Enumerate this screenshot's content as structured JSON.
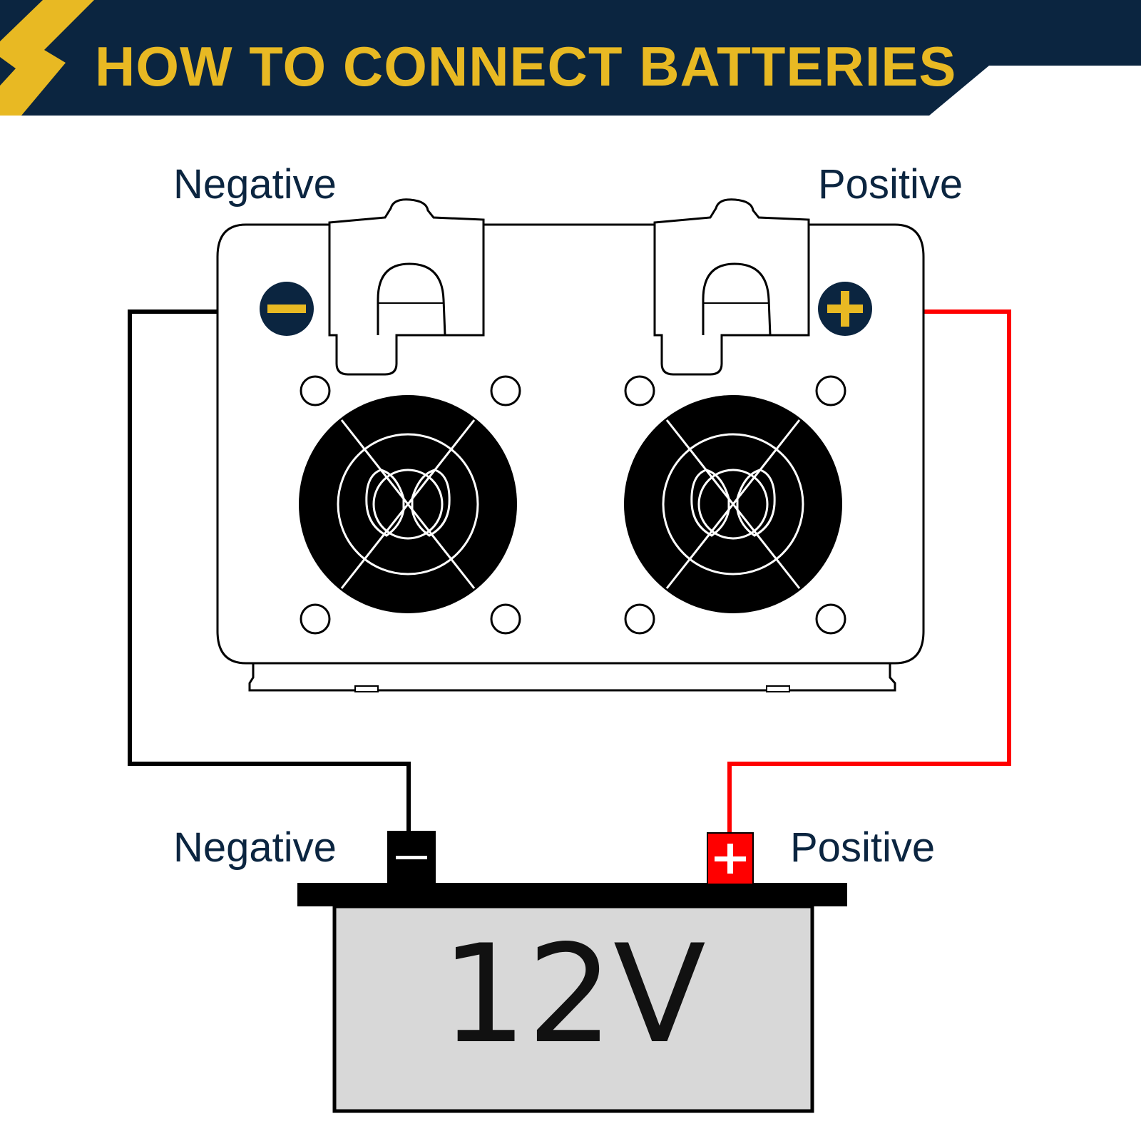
{
  "header": {
    "title": "HOW TO CONNECT BATTERIES",
    "icon": "lightning-bolt-icon"
  },
  "inverter": {
    "negative_label": "Negative",
    "positive_label": "Positive",
    "negative_symbol": "minus-icon",
    "positive_symbol": "plus-icon"
  },
  "battery": {
    "negative_label": "Negative",
    "positive_label": "Positive",
    "voltage": "12V"
  },
  "colors": {
    "header_bg": "#0b2540",
    "accent": "#e8b923",
    "text": "#0b2540",
    "negative_wire": "#000000",
    "positive_wire": "#ff0000",
    "battery_body": "#d8d8d8"
  }
}
